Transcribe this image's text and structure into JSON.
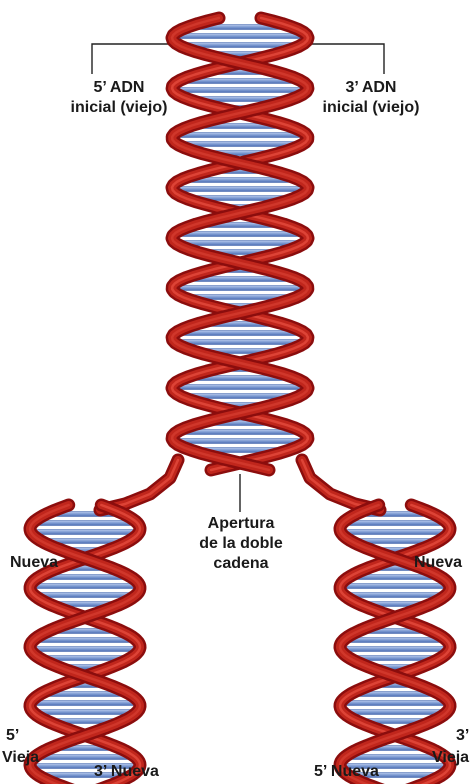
{
  "labels": {
    "top_left": [
      "5’ ADN",
      "inicial (viejo)"
    ],
    "top_right": [
      "3’ ADN",
      "inicial (viejo)"
    ],
    "center": [
      "Apertura",
      "de la doble",
      "cadena"
    ],
    "new_left": "Nueva",
    "new_right": "Nueva",
    "bottom_left_5": "5’",
    "bottom_left_old": "Vieja",
    "bottom_left_3new": "3’ Nueva",
    "bottom_right_5new": "5’ Nueva",
    "bottom_right_3": "3’",
    "bottom_right_old": "Vieja"
  },
  "colors": {
    "strand_dark": "#8b0d0d",
    "strand_mid": "#c0261c",
    "strand_light": "#e0473a",
    "base_pair": "#8aa6d6",
    "base_pair_edge": "#3b5fa8",
    "leader_line": "#222222"
  }
}
